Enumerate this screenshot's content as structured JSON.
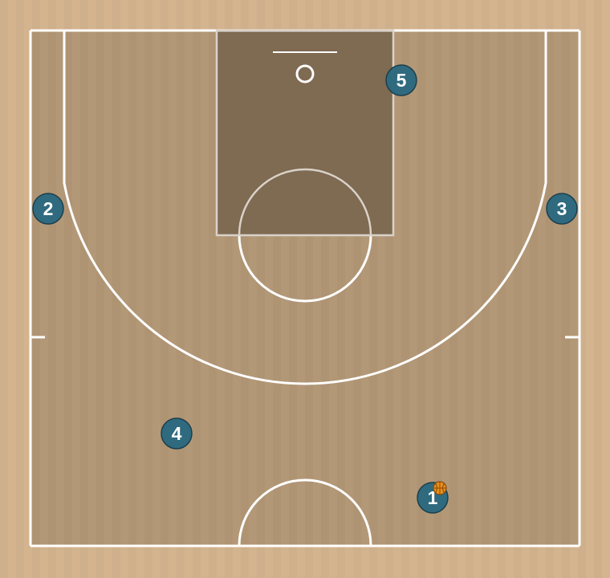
{
  "colors": {
    "floor_outer": "#d4b48f",
    "floor_inner": "#b39877",
    "paint": "#7f6a52",
    "line": "#ffffff",
    "player_fill": "#2f6a7f",
    "ball": "#e8901d"
  },
  "players": [
    {
      "number": "1",
      "has_ball": true
    },
    {
      "number": "2",
      "has_ball": false
    },
    {
      "number": "3",
      "has_ball": false
    },
    {
      "number": "4",
      "has_ball": false
    },
    {
      "number": "5",
      "has_ball": false
    }
  ]
}
